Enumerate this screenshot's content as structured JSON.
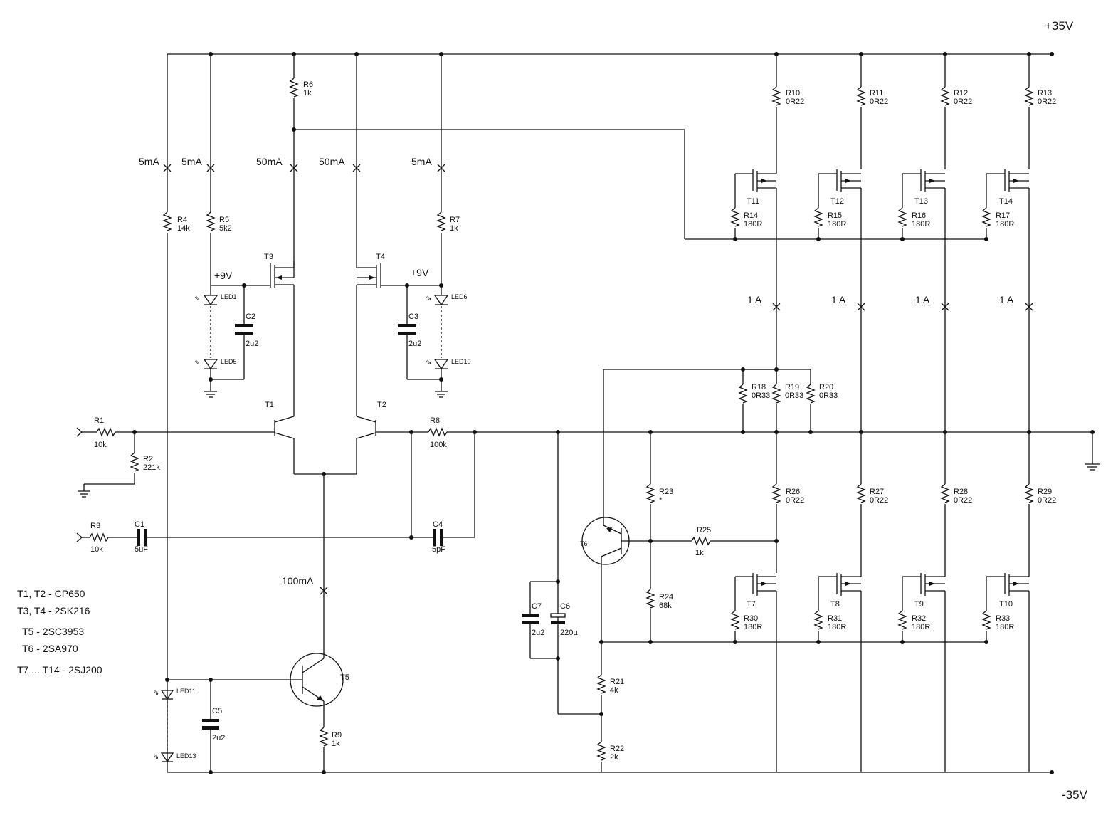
{
  "rails": {
    "positive": "+35V",
    "negative": "-35V"
  },
  "currents": {
    "r4": "5mA",
    "r5": "5mA",
    "r6": "50mA",
    "t4": "50mA",
    "r7": "5mA",
    "t5": "100mA",
    "out1": "1 A",
    "out2": "1 A",
    "out3": "1 A",
    "out4": "1 A"
  },
  "supply_labels": {
    "left": "+9V",
    "right": "+9V"
  },
  "parts_list": [
    "T1, T2 - CP650",
    "T3, T4 - 2SK216",
    "T5 - 2SC3953",
    "T6 - 2SA970",
    "T7 ... T14 - 2SJ200"
  ],
  "resistors": {
    "R1": {
      "name": "R1",
      "value": "10k"
    },
    "R2": {
      "name": "R2",
      "value": "221k"
    },
    "R3": {
      "name": "R3",
      "value": "10k"
    },
    "R4": {
      "name": "R4",
      "value": "14k"
    },
    "R5": {
      "name": "R5",
      "value": "5k2"
    },
    "R6": {
      "name": "R6",
      "value": "1k"
    },
    "R7": {
      "name": "R7",
      "value": "1k"
    },
    "R8": {
      "name": "R8",
      "value": "100k"
    },
    "R9": {
      "name": "R9",
      "value": "1k"
    },
    "R10": {
      "name": "R10",
      "value": "0R22"
    },
    "R11": {
      "name": "R11",
      "value": "0R22"
    },
    "R12": {
      "name": "R12",
      "value": "0R22"
    },
    "R13": {
      "name": "R13",
      "value": "0R22"
    },
    "R14": {
      "name": "R14",
      "value": "180R"
    },
    "R15": {
      "name": "R15",
      "value": "180R"
    },
    "R16": {
      "name": "R16",
      "value": "180R"
    },
    "R17": {
      "name": "R17",
      "value": "180R"
    },
    "R18": {
      "name": "R18",
      "value": "0R33"
    },
    "R19": {
      "name": "R19",
      "value": "0R33"
    },
    "R20": {
      "name": "R20",
      "value": "0R33"
    },
    "R21": {
      "name": "R21",
      "value": "4k"
    },
    "R22": {
      "name": "R22",
      "value": "2k"
    },
    "R23": {
      "name": "R23",
      "value": "*"
    },
    "R24": {
      "name": "R24",
      "value": "68k"
    },
    "R25": {
      "name": "R25",
      "value": "1k"
    },
    "R26": {
      "name": "R26",
      "value": "0R22"
    },
    "R27": {
      "name": "R27",
      "value": "0R22"
    },
    "R28": {
      "name": "R28",
      "value": "0R22"
    },
    "R29": {
      "name": "R29",
      "value": "0R22"
    },
    "R30": {
      "name": "R30",
      "value": "180R"
    },
    "R31": {
      "name": "R31",
      "value": "180R"
    },
    "R32": {
      "name": "R32",
      "value": "180R"
    },
    "R33": {
      "name": "R33",
      "value": "180R"
    }
  },
  "capacitors": {
    "C1": {
      "name": "C1",
      "value": "5uF"
    },
    "C2": {
      "name": "C2",
      "value": "2u2"
    },
    "C3": {
      "name": "C3",
      "value": "2u2"
    },
    "C4": {
      "name": "C4",
      "value": "5pF"
    },
    "C5": {
      "name": "C5",
      "value": "2u2"
    },
    "C6": {
      "name": "C6",
      "value": "220µ"
    },
    "C7": {
      "name": "C7",
      "value": "2u2"
    }
  },
  "leds": {
    "LED1": "LED1",
    "LED5": "LED5",
    "LED6": "LED6",
    "LED10": "LED10",
    "LED11": "LED11",
    "LED13": "LED13"
  },
  "transistors": {
    "T1": "T1",
    "T2": "T2",
    "T3": "T3",
    "T4": "T4",
    "T5": "T5",
    "T6": "T6",
    "T7": "T7",
    "T8": "T8",
    "T9": "T9",
    "T10": "T10",
    "T11": "T11",
    "T12": "T12",
    "T13": "T13",
    "T14": "T14"
  }
}
